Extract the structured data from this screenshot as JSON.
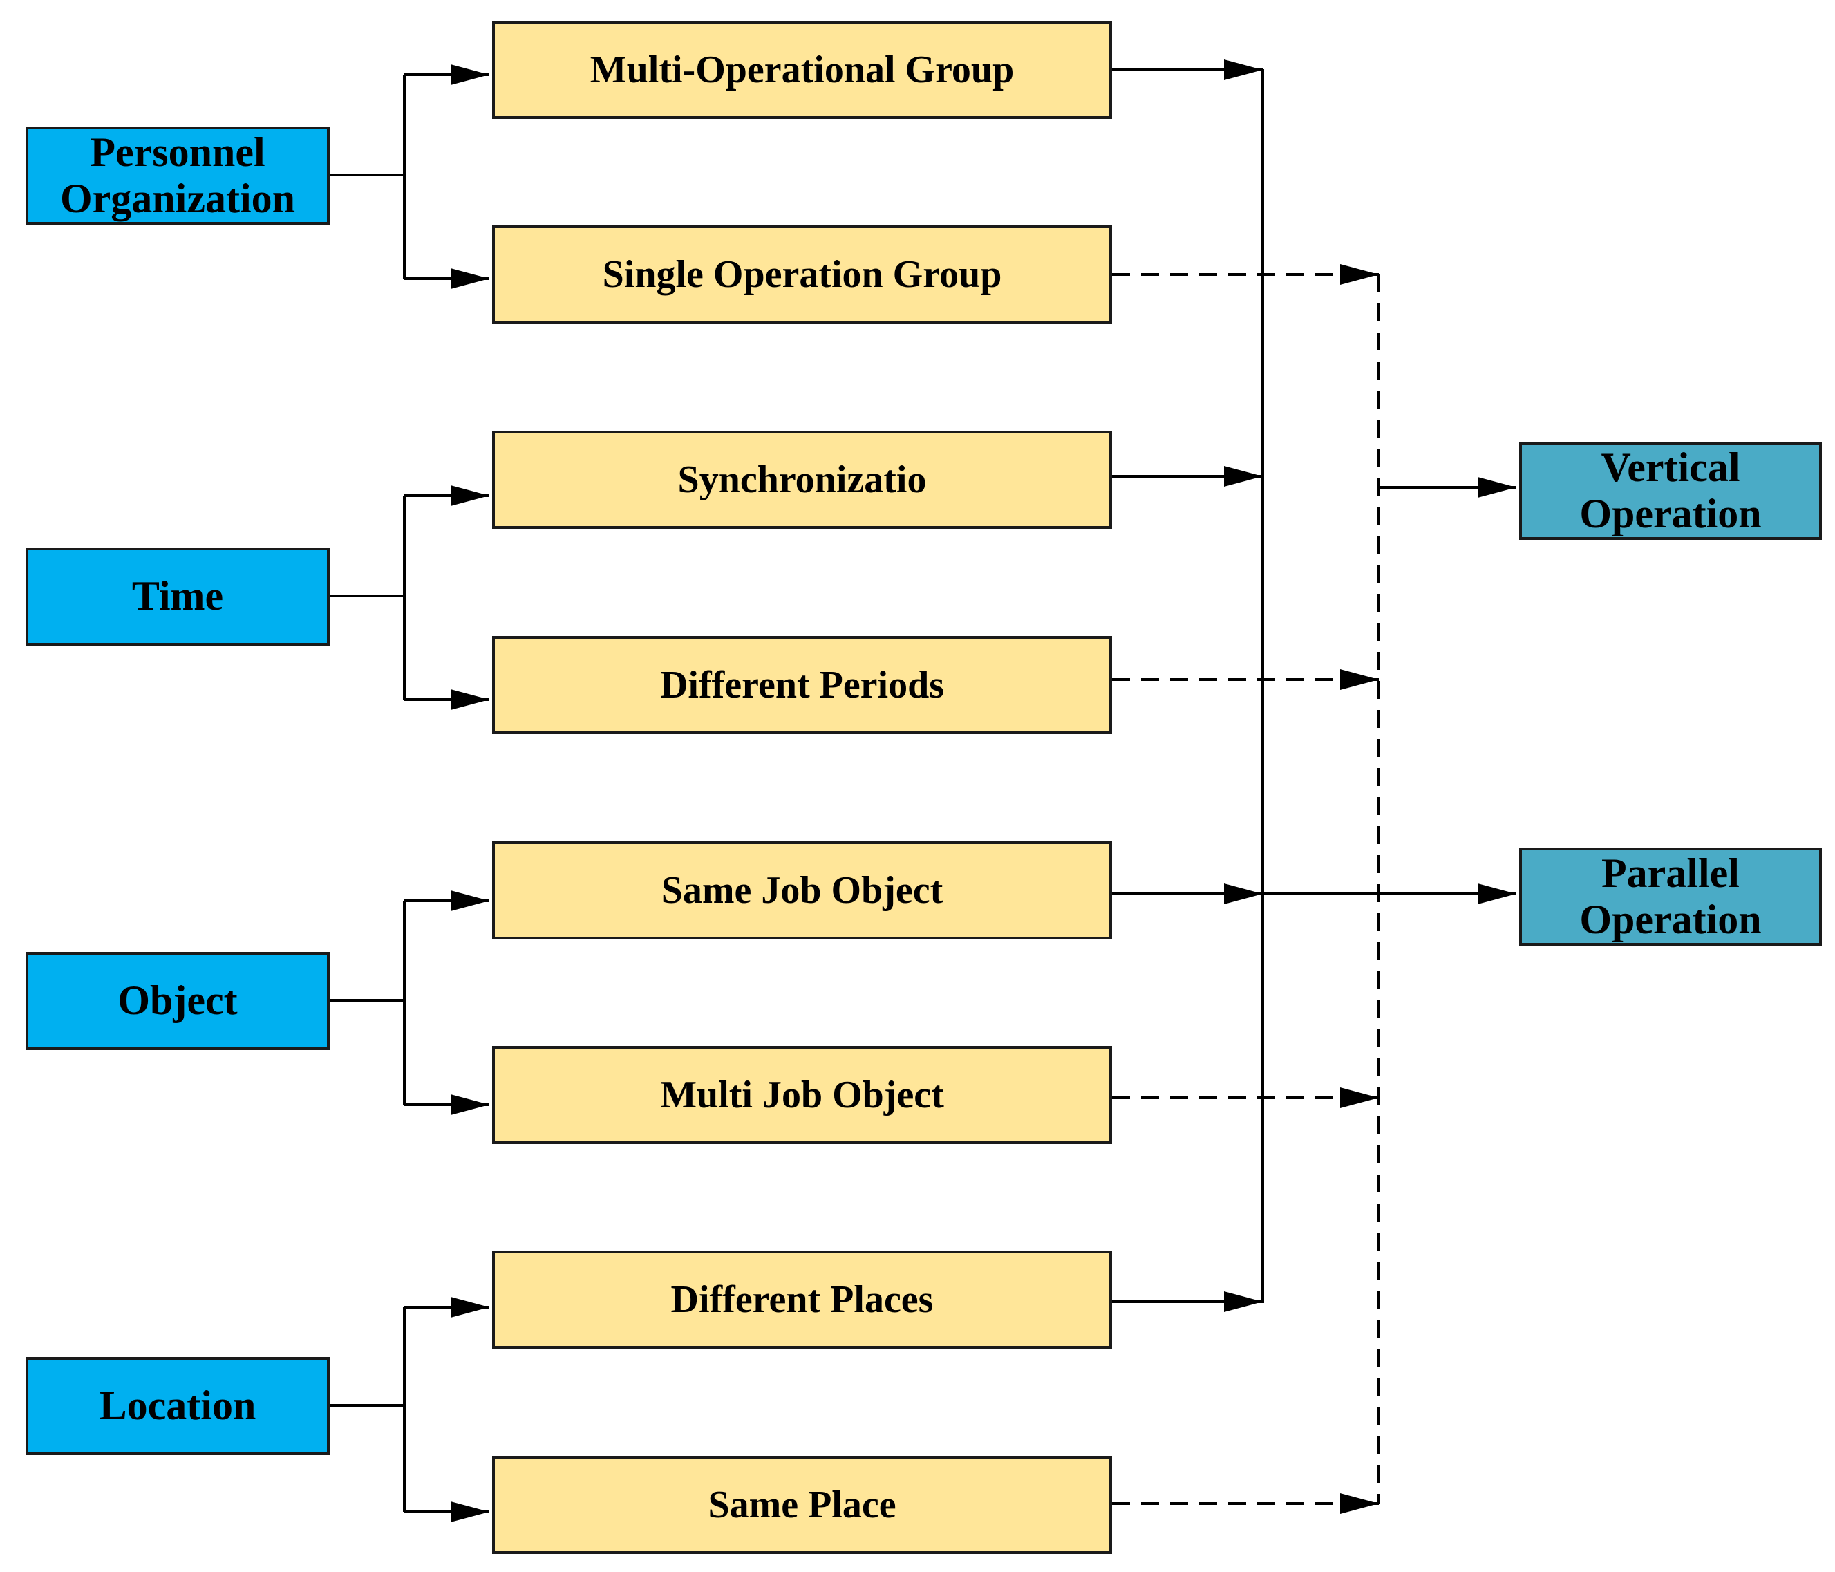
{
  "colors": {
    "category_fill": "#00b0f0",
    "option_fill": "#ffe699",
    "result_fill": "#4aabc6",
    "line": "#000000"
  },
  "categories": [
    {
      "line1": "Personnel",
      "line2": "Organization"
    },
    {
      "line1": "Time",
      "line2": ""
    },
    {
      "line1": "Object",
      "line2": ""
    },
    {
      "line1": "Location",
      "line2": ""
    }
  ],
  "options": [
    {
      "label": "Multi-Operational Group",
      "leads_to": "parallel",
      "connector": "solid"
    },
    {
      "label": "Single Operation Group",
      "leads_to": "vertical",
      "connector": "dashed"
    },
    {
      "label": "Synchronizatio",
      "leads_to": "parallel",
      "connector": "solid"
    },
    {
      "label": "Different Periods",
      "leads_to": "vertical",
      "connector": "dashed"
    },
    {
      "label": "Same Job Object",
      "leads_to": "parallel",
      "connector": "solid"
    },
    {
      "label": "Multi Job Object",
      "leads_to": "vertical",
      "connector": "dashed"
    },
    {
      "label": "Different Places",
      "leads_to": "parallel",
      "connector": "solid"
    },
    {
      "label": "Same Place",
      "leads_to": "vertical",
      "connector": "dashed"
    }
  ],
  "results": {
    "vertical": {
      "line1": "Vertical",
      "line2": "Operation"
    },
    "parallel": {
      "line1": "Parallel",
      "line2": "Operation"
    }
  }
}
